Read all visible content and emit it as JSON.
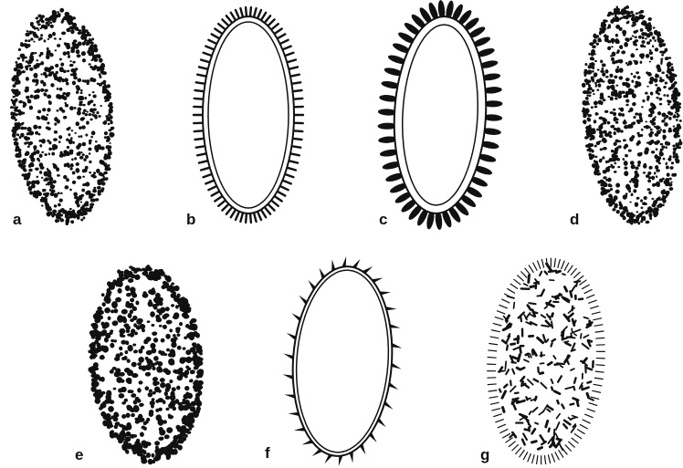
{
  "figure": {
    "panels": [
      {
        "id": "a",
        "label": "a",
        "style": "dense-dots-solid"
      },
      {
        "id": "b",
        "label": "b",
        "style": "outline-fine-spines"
      },
      {
        "id": "c",
        "label": "c",
        "style": "outline-thick-bumps"
      },
      {
        "id": "d",
        "label": "d",
        "style": "dense-dots-solid"
      },
      {
        "id": "e",
        "label": "e",
        "style": "coarse-blotches-solid"
      },
      {
        "id": "f",
        "label": "f",
        "style": "outline-sparse-thorns"
      },
      {
        "id": "g",
        "label": "g",
        "style": "spiny-hairs-solid"
      }
    ],
    "colors": {
      "ink": "#111111",
      "paper": "#ffffff"
    }
  }
}
